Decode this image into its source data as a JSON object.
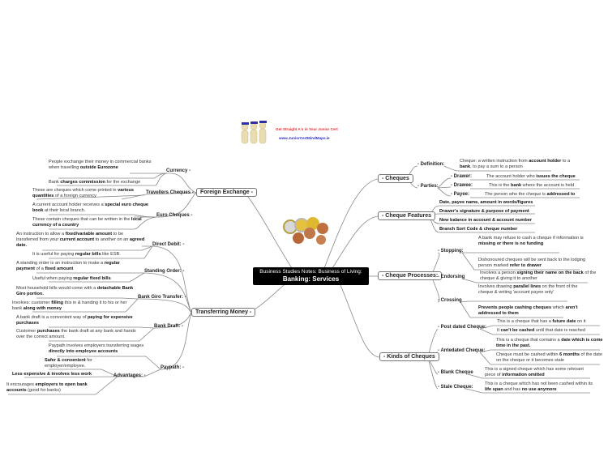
{
  "title": {
    "line1": "Business Studies Notes: Business of Living:",
    "line2": "Banking: Services"
  },
  "logo": {
    "tagline": "Get Straight A's in Your Junior Cert",
    "url": "www.JuniorCertMindMaps.ie"
  },
  "colors": {
    "center_bg": "#000000",
    "line": "#777777",
    "tagline": "#e03030",
    "url": "#3030c0"
  },
  "foreign_exchange": {
    "label": "Foreign Exchange -",
    "currency": {
      "label": "Currency -",
      "notes": [
        [
          {
            "t": "People exchange their money in commercial banks when travelling "
          },
          {
            "t": "outside Eurozone",
            "b": true
          }
        ],
        [
          {
            "t": "Bank "
          },
          {
            "t": "charges commission",
            "b": true
          },
          {
            "t": " for the exchange"
          }
        ]
      ]
    },
    "travellers": {
      "label": "Travellers Cheques -",
      "notes": [
        [
          {
            "t": "These are cheques which come printed in "
          },
          {
            "t": "various quantities",
            "b": true
          },
          {
            "t": " of a foreign currency"
          }
        ]
      ]
    },
    "euro": {
      "label": "Euro Cheques -",
      "notes": [
        [
          {
            "t": "A current account holder receives a "
          },
          {
            "t": "special euro cheque book",
            "b": true
          },
          {
            "t": " at their local branch."
          }
        ],
        [
          {
            "t": "These contain cheques that can be written in the "
          },
          {
            "t": "local currency of a country",
            "b": true
          }
        ]
      ]
    }
  },
  "transferring": {
    "label": "Transferring Money -",
    "direct_debit": {
      "label": "Direct Debit: -",
      "notes": [
        [
          {
            "t": "An instruction to allow a "
          },
          {
            "t": "fixed/variable amount",
            "b": true
          },
          {
            "t": " to be transferred from your "
          },
          {
            "t": "current account",
            "b": true
          },
          {
            "t": " to another on an "
          },
          {
            "t": "agreed date.",
            "b": true
          }
        ],
        [
          {
            "t": "It is useful for paying "
          },
          {
            "t": "regular bills",
            "b": true
          },
          {
            "t": " like ESB."
          }
        ]
      ]
    },
    "standing_order": {
      "label": "Standing Order: -",
      "notes": [
        [
          {
            "t": "A standing order is an instruction to make a "
          },
          {
            "t": "regular payment",
            "b": true
          },
          {
            "t": " of a "
          },
          {
            "t": "fixed amount",
            "b": true
          }
        ],
        [
          {
            "t": "Useful when paying "
          },
          {
            "t": "regular fixed bills",
            "b": true
          }
        ]
      ]
    },
    "bank_giro": {
      "label": "Bank Giro Transfer: -",
      "notes": [
        [
          {
            "t": "Most household bills would come with a "
          },
          {
            "t": "detachable Bank Giro portion.",
            "b": true
          }
        ],
        [
          {
            "t": "Involves: customer "
          },
          {
            "t": "filling",
            "b": true
          },
          {
            "t": " this in & handing it to his or her bank "
          },
          {
            "t": "along with money",
            "b": true
          }
        ]
      ]
    },
    "bank_draft": {
      "label": "Bank Draft: -",
      "notes": [
        [
          {
            "t": "A bank draft is a convenient way of "
          },
          {
            "t": "paying for expensive purchases",
            "b": true
          }
        ],
        [
          {
            "t": "Customer "
          },
          {
            "t": "purchases",
            "b": true
          },
          {
            "t": " the bank draft at any bank and hands over the correct amount."
          }
        ]
      ]
    },
    "paypath": {
      "label": "Paypath: -",
      "notes": [
        [
          {
            "t": "Paypath involves employers transferring wages "
          },
          {
            "t": "directly into employee accounts",
            "b": true
          }
        ]
      ],
      "advantages": {
        "label": "Advantages: -",
        "notes": [
          [
            {
              "t": "Safer & convenient",
              "b": true
            },
            {
              "t": " for employer/employee."
            }
          ],
          [
            {
              "t": "Less expensive & involves less work",
              "b": true
            }
          ],
          [
            {
              "t": "It encourages "
            },
            {
              "t": "employers to open bank accounts",
              "b": true
            },
            {
              "t": " (good for banks)"
            }
          ]
        ]
      }
    }
  },
  "cheques": {
    "label": "- Cheques",
    "definition": {
      "label": "- Definition:",
      "notes": [
        [
          {
            "t": "Cheque: a written instruction from "
          },
          {
            "t": "account holder",
            "b": true
          },
          {
            "t": " to a "
          },
          {
            "t": "bank",
            "b": true
          },
          {
            "t": ", to pay a sum to a person"
          }
        ]
      ]
    },
    "parties": {
      "label": "- Parties:",
      "drawer": {
        "label": "- Drawer:",
        "notes": [
          [
            {
              "t": "The account holder who "
            },
            {
              "t": "issues the cheque",
              "b": true
            }
          ]
        ]
      },
      "drawee": {
        "label": "- Drawee:",
        "notes": [
          [
            {
              "t": "This is the "
            },
            {
              "t": "bank",
              "b": true
            },
            {
              "t": " where the account is held"
            }
          ]
        ]
      },
      "payee": {
        "label": "- Payee:",
        "notes": [
          [
            {
              "t": "The person who the cheque is "
            },
            {
              "t": "addressed to",
              "b": true
            }
          ]
        ]
      }
    }
  },
  "features": {
    "label": "- Cheque Features",
    "notes": [
      [
        {
          "t": "Date, payee name, amount in words/figures",
          "b": true
        }
      ],
      [
        {
          "t": "Drawer's signature & purpose of payment",
          "b": true
        }
      ],
      [
        {
          "t": "New balance in account & account number",
          "b": true
        }
      ],
      [
        {
          "t": "Branch Sort Code & cheque number",
          "b": true
        }
      ]
    ]
  },
  "processes": {
    "label": "- Cheque Processes:",
    "stopping": {
      "label": "- Stopping:",
      "notes": [
        [
          {
            "t": "A bank may refuse to cash a cheque if information is "
          },
          {
            "t": "missing or there is no funding",
            "b": true
          }
        ],
        [
          {
            "t": "Dishonoured cheques will be sent back to the lodging person marked "
          },
          {
            "t": "refer to drawer",
            "b": true
          }
        ]
      ]
    },
    "endorsing": {
      "label": "- Endorsing",
      "notes": [
        [
          {
            "t": "Involves a person "
          },
          {
            "t": "signing their name on the back",
            "b": true
          },
          {
            "t": " of the cheque & giving it to another"
          }
        ]
      ]
    },
    "crossing": {
      "label": "- Crossing",
      "notes": [
        [
          {
            "t": "Involves drawing "
          },
          {
            "t": "parallel lines",
            "b": true
          },
          {
            "t": " on the front of the cheque & writing 'account payee only'"
          }
        ],
        [
          {
            "t": "Prevents people cashing cheques",
            "b": true
          },
          {
            "t": " which "
          },
          {
            "t": "aren't addressed to them",
            "b": true
          }
        ]
      ]
    }
  },
  "kinds": {
    "label": "- Kinds of Cheques",
    "post_dated": {
      "label": "- Post dated Cheque:",
      "notes": [
        [
          {
            "t": "This is a cheque that has a "
          },
          {
            "t": "future date",
            "b": true
          },
          {
            "t": " on it"
          }
        ],
        [
          {
            "t": "It "
          },
          {
            "t": "can't be cashed",
            "b": true
          },
          {
            "t": " until that date is reached"
          }
        ]
      ]
    },
    "antedated": {
      "label": "- Antedated Cheque:",
      "notes": [
        [
          {
            "t": "This is a cheque that contains a "
          },
          {
            "t": "date which is come time in the past.",
            "b": true
          }
        ],
        [
          {
            "t": "Cheque must be cashed within "
          },
          {
            "t": "6 months",
            "b": true
          },
          {
            "t": " of the date on the cheque or it becomes stale"
          }
        ]
      ]
    },
    "blank": {
      "label": "- Blank Cheque",
      "notes": [
        [
          {
            "t": "This is a signed cheque which has some relevant piece of "
          },
          {
            "t": "information omitted",
            "b": true
          }
        ]
      ]
    },
    "stale": {
      "label": "- Stale Cheque:",
      "notes": [
        [
          {
            "t": "This is a cheque which has not been cashed within its "
          },
          {
            "t": "life span",
            "b": true
          },
          {
            "t": " and has "
          },
          {
            "t": "no use anymore",
            "b": true
          }
        ]
      ]
    }
  }
}
